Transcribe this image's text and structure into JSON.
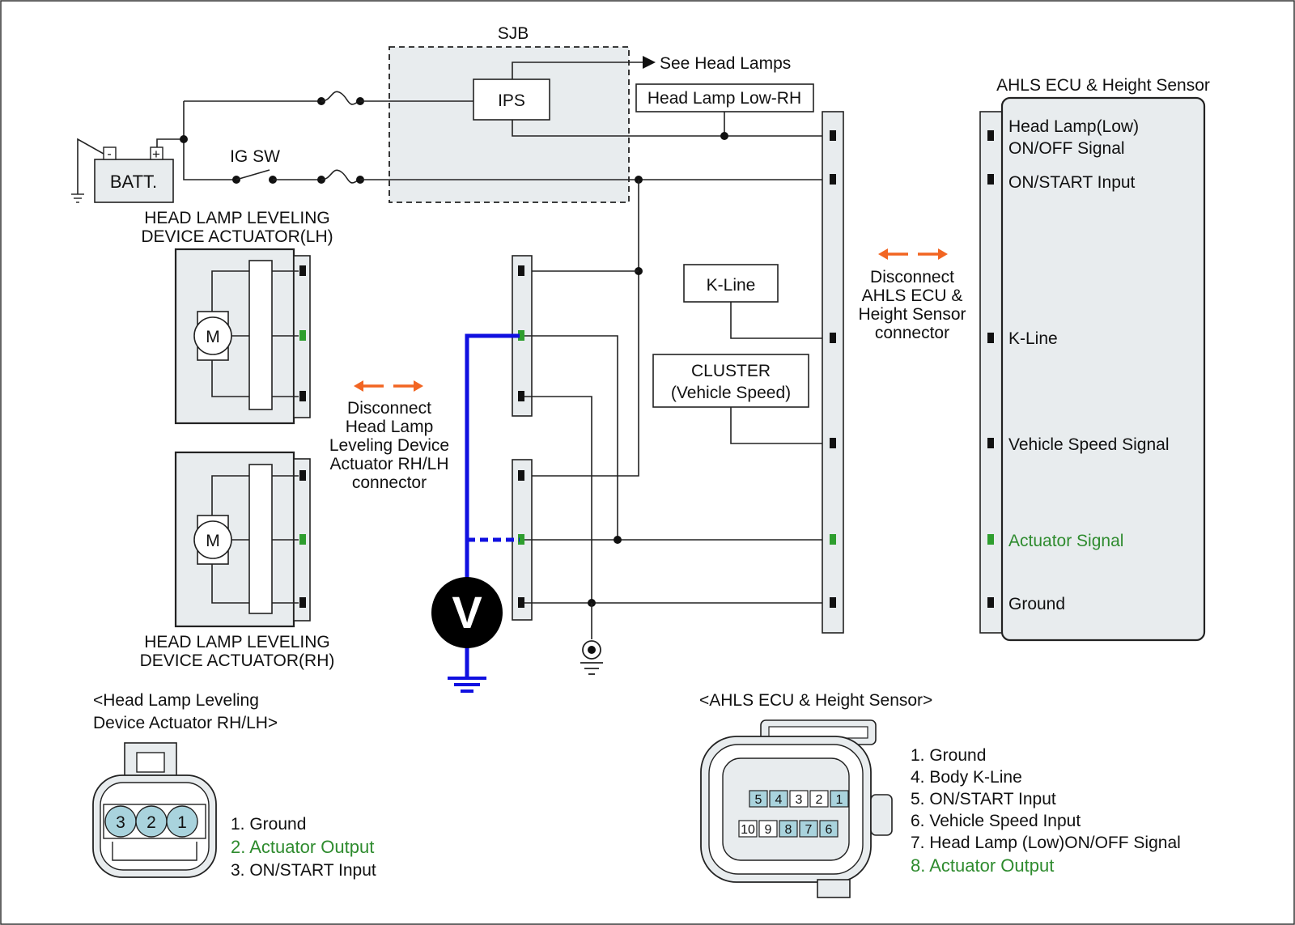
{
  "colors": {
    "accent_green": "#2e8b2e",
    "probe_blue": "#1010e0",
    "arrow_orange": "#f26522",
    "panel_gray": "#e8ecee"
  },
  "labels": {
    "sjb": "SJB",
    "ips": "IPS",
    "see_head_lamps": "See Head Lamps",
    "head_lamp_low_rh": "Head Lamp Low-RH",
    "batt": "BATT.",
    "batt_minus": "-",
    "batt_plus": "+",
    "ig_sw": "IG SW",
    "actuator_lh": [
      "HEAD LAMP LEVELING",
      "DEVICE ACTUATOR(LH)"
    ],
    "actuator_rh": [
      "HEAD LAMP LEVELING",
      "DEVICE ACTUATOR(RH)"
    ],
    "motor": "M",
    "disconnect_actuator": [
      "Disconnect",
      "Head Lamp",
      "Leveling Device",
      "Actuator RH/LH",
      "connector"
    ],
    "k_line_box": "K-Line",
    "cluster_box": [
      "CLUSTER",
      "(Vehicle Speed)"
    ],
    "disconnect_ecu": [
      "Disconnect",
      "AHLS ECU &",
      "Height Sensor",
      "connector"
    ],
    "ecu_title": "AHLS ECU & Height Sensor",
    "voltmeter": "V"
  },
  "ecu_pins": [
    {
      "text": [
        "Head Lamp(Low)",
        "ON/OFF Signal"
      ],
      "highlight": false
    },
    {
      "text": [
        "ON/START Input"
      ],
      "highlight": false
    },
    {
      "text": [
        "K-Line"
      ],
      "highlight": false
    },
    {
      "text": [
        "Vehicle Speed Signal"
      ],
      "highlight": false
    },
    {
      "text": [
        "Actuator Signal"
      ],
      "highlight": true
    },
    {
      "text": [
        "Ground"
      ],
      "highlight": false
    }
  ],
  "actuator_connector": {
    "title": [
      "<Head Lamp Leveling",
      "Device Actuator RH/LH>"
    ],
    "pin_numbers": [
      "3",
      "2",
      "1"
    ],
    "legend": [
      {
        "text": "1. Ground",
        "highlight": false
      },
      {
        "text": "2. Actuator Output",
        "highlight": true
      },
      {
        "text": "3. ON/START Input",
        "highlight": false
      }
    ]
  },
  "ecu_connector": {
    "title": "<AHLS ECU & Height Sensor>",
    "top_row": [
      "5",
      "4",
      "3",
      "2",
      "1"
    ],
    "bottom_row": [
      "10",
      "9",
      "8",
      "7",
      "6"
    ],
    "legend": [
      {
        "text": "1. Ground",
        "highlight": false
      },
      {
        "text": "4. Body K-Line",
        "highlight": false
      },
      {
        "text": "5. ON/START Input",
        "highlight": false
      },
      {
        "text": "6. Vehicle Speed Input",
        "highlight": false
      },
      {
        "text": "7. Head Lamp (Low)ON/OFF Signal",
        "highlight": false
      },
      {
        "text": "8. Actuator Output",
        "highlight": true
      }
    ]
  }
}
